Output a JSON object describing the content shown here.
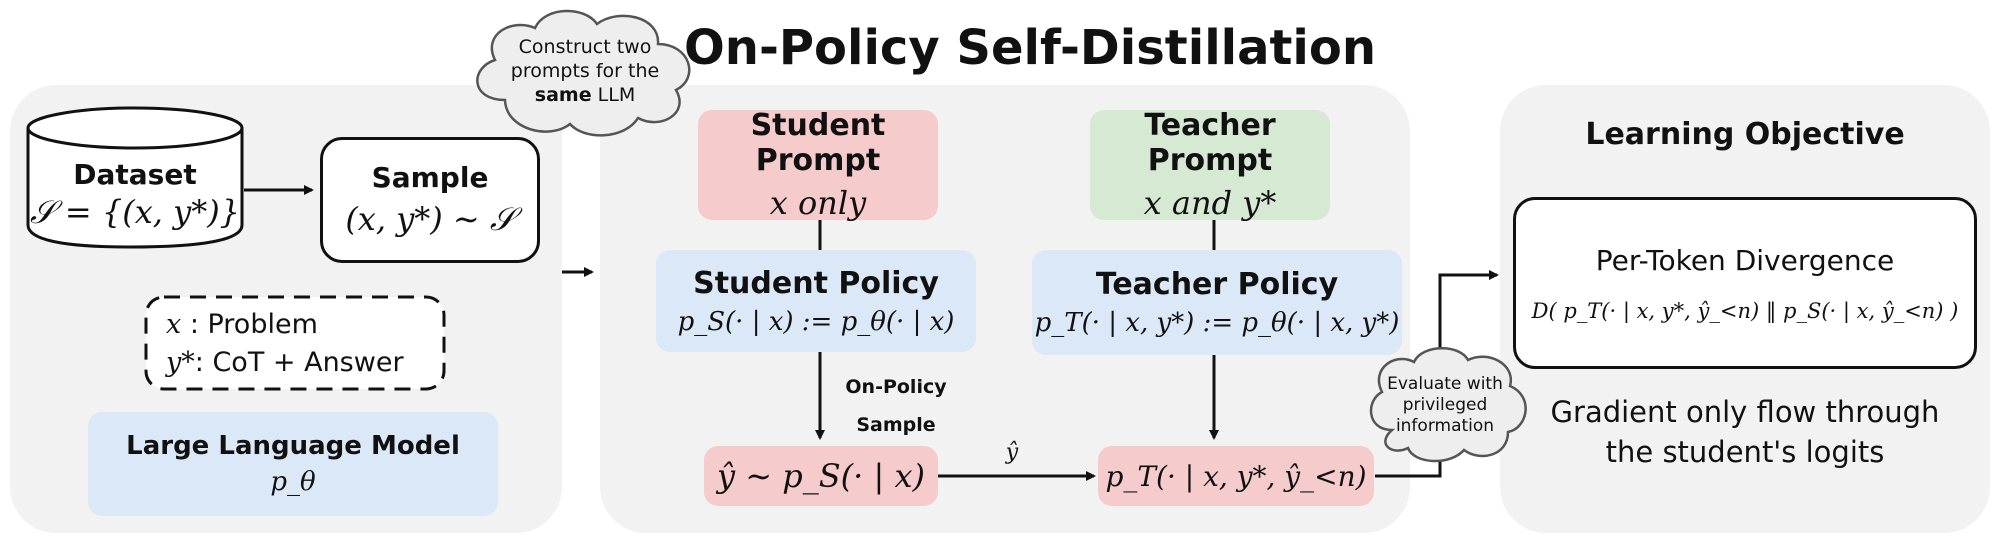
{
  "title": "On-Policy Self-Distillation",
  "cloud_construct": {
    "line1": "Construct two",
    "line2": "prompts for the",
    "bold": "same",
    "rest": " LLM"
  },
  "left": {
    "dataset_label": "Dataset",
    "dataset_formula": "𝒮 = {(x, y*)}",
    "sample_label": "Sample",
    "sample_formula": "(x, y*) ∼ 𝒮",
    "legend_x_sym": "x",
    "legend_x_text": " : Problem",
    "legend_y_sym": "y*",
    "legend_y_text": ": CoT + Answer",
    "llm_label": "Large Language Model",
    "llm_formula": "p_θ"
  },
  "middle": {
    "student_prompt_label": "Student Prompt",
    "student_prompt_content": "x  only",
    "teacher_prompt_label": "Teacher Prompt",
    "teacher_prompt_content": "x  and  y*",
    "student_policy_label": "Student Policy",
    "student_policy_formula": "p_S(· | x) := p_θ(· | x)",
    "teacher_policy_label": "Teacher Policy",
    "teacher_policy_formula": "p_T(· | x, y*) := p_θ(· | x, y*)",
    "on_policy_line1": "On-Policy",
    "on_policy_line2": "Sample",
    "sample_formula": "ŷ ∼ p_S(· | x)",
    "arrow_label": "ŷ",
    "teacher_eval_formula": "p_T(· | x, y*, ŷ_<n)"
  },
  "cloud_evaluate": {
    "line1": "Evaluate with",
    "line2": "privileged",
    "line3": "information"
  },
  "right": {
    "objective_title": "Learning Objective",
    "divergence_label": "Per-Token Divergence",
    "divergence_formula": "D( p_T(· | x, y*, ŷ_<n) ‖ p_S(· | x, ŷ_<n) )",
    "gradient_line1": "Gradient only flow through",
    "gradient_line2": "the student's logits"
  },
  "colors": {
    "panel": "#f2f2f2",
    "red": "#f6cbcb",
    "green": "#d6ead3",
    "blue": "#dbe8f8",
    "cloud": "#eeeeee"
  }
}
